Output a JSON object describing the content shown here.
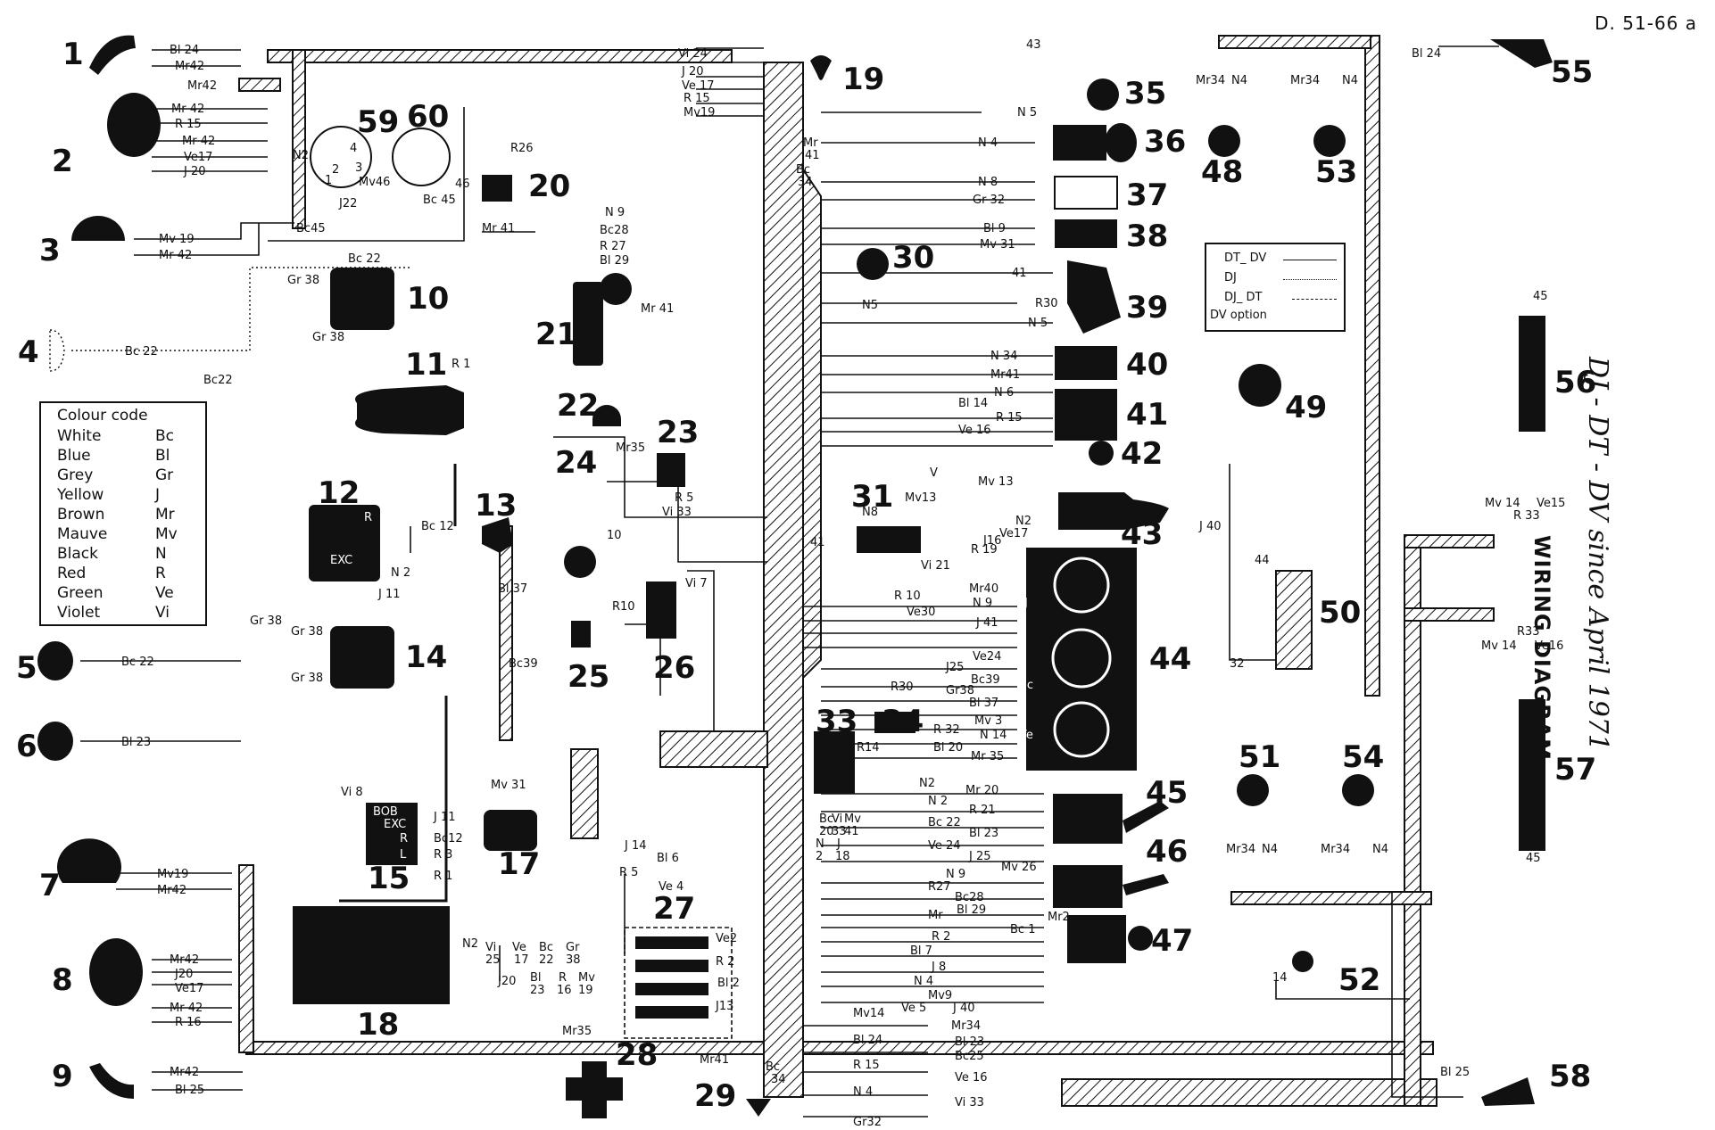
{
  "document_id": "D. 51-66 a",
  "title": "WIRING DIAGRAM",
  "subtitle": "DJ - DT - DV since April 1971",
  "legend": {
    "title": "Colour code",
    "entries": [
      {
        "name": "White",
        "code": "Bc"
      },
      {
        "name": "Blue",
        "code": "Bl"
      },
      {
        "name": "Grey",
        "code": "Gr"
      },
      {
        "name": "Yellow",
        "code": "J"
      },
      {
        "name": "Brown",
        "code": "Mr"
      },
      {
        "name": "Mauve",
        "code": "Mv"
      },
      {
        "name": "Black",
        "code": "N"
      },
      {
        "name": "Red",
        "code": "R"
      },
      {
        "name": "Green",
        "code": "Ve"
      },
      {
        "name": "Violet",
        "code": "Vi"
      }
    ]
  },
  "line_key": {
    "dt_dv": "DT_ DV",
    "dj": "DJ",
    "dj_dt": "DJ_ DT",
    "dv_option": "DV  option"
  },
  "components": {
    "c1": "1",
    "c2": "2",
    "c3": "3",
    "c4": "4",
    "c5": "5",
    "c6": "6",
    "c7": "7",
    "c8": "8",
    "c9": "9",
    "c10": "10",
    "c11": "11",
    "c12": "12",
    "c13": "13",
    "c14": "14",
    "c15": "15",
    "c17": "17",
    "c18": "18",
    "c19": "19",
    "c20": "20",
    "c21": "21",
    "c22": "22",
    "c23": "23",
    "c24": "24",
    "c25": "25",
    "c26": "26",
    "c27": "27",
    "c28": "28",
    "c29": "29",
    "c30": "30",
    "c31": "31",
    "c33": "33",
    "c34": "34",
    "c35": "35",
    "c36": "36",
    "c37": "37",
    "c38": "38",
    "c39": "39",
    "c40": "40",
    "c41": "41",
    "c42": "42",
    "c43": "43",
    "c44": "44",
    "c45": "45",
    "c46": "46",
    "c47": "47",
    "c48": "48",
    "c49": "49",
    "c50": "50",
    "c51": "51",
    "c52": "52",
    "c53": "53",
    "c54": "54",
    "c55": "55",
    "c56": "56",
    "c57": "57",
    "c58": "58",
    "c59": "59",
    "c60": "60"
  },
  "wire_labels": {
    "w1a": "Bl 24",
    "w1b": "Mr42",
    "w1c": "Mr42",
    "w2a": "Mr 42",
    "w2b": "R 15",
    "w2c": "Mr 42",
    "w2d": "Ve17",
    "w2e": "J 20",
    "w3a": "Mv 19",
    "w3b": "Mr 42",
    "w4a": "Bc 22",
    "w4b": "Bc22",
    "w5a": "Bc 22",
    "w6a": "Bl 23",
    "w7a": "Mv19",
    "w7b": "Mr42",
    "w8a": "Mr42",
    "w8b": "J20",
    "w8c": "Ve17",
    "w8d": "Mr 42",
    "w8e": "R 16",
    "w9a": "Mr42",
    "w9b": "Bl 25",
    "w10a": "Gr 38",
    "w10b": "Gr 38",
    "w14a": "Gr 38",
    "w14b": "Gr 38",
    "w14c": "Gr 38",
    "w11a": "R 1",
    "w12a": "Bc 12",
    "w12b": "N 2",
    "w12c": "J 11",
    "w12d": "R",
    "w12e": "EXC",
    "w13a": "Bl 37",
    "w15a": "Vi 8",
    "w15b": "J 11",
    "w15c": "Bc12",
    "w15d": "R 3",
    "w15e": "BOB",
    "w15f": "EXC",
    "w15g": "R",
    "w15h": "L",
    "w17a": "Mv 31",
    "w18a": "R 1",
    "w18b": "N2",
    "w19a": "Mr",
    "w19b": "41",
    "w19c": "Bc",
    "w19d": "34",
    "w20a": "R26",
    "w20b": "Mr 41",
    "w21a": "N 9",
    "w21b": "Bc28",
    "w21c": "R 27",
    "w21d": "Bl 29",
    "w21e": "Mr 41",
    "w22a": "Mr35",
    "w23a": "R 5",
    "w23b": "Vi  33",
    "w26a": "10",
    "w26b": "R10",
    "w26c": "Vi 7",
    "w25a": "Bc39",
    "w27a": "J 14",
    "w27b": "Bl 6",
    "w27c": "R 5",
    "w27d": "Ve 4",
    "w27e": "Ve2",
    "w27f": "R 2",
    "w27g": "Bl 2",
    "w27h": "J13",
    "w28a": "Mr35",
    "w29a": "Mr41",
    "w29b": "Bc",
    "w29c": "34",
    "wtop1": "Vi 24",
    "wtop2": "J 20",
    "wtop3": "Ve 17",
    "wtop4": "R 15",
    "wtop5": "Mv19",
    "w35a": "N 5",
    "w35b": "43",
    "w36a": "N 4",
    "w37a": "N 8",
    "w37b": "Gr 32",
    "w38a": "Bl 9",
    "w38b": "Mv 31",
    "w39a": "41",
    "w39b": "R30",
    "w39c": "N 5",
    "w30a": "N5",
    "w40a": "N 34",
    "w40b": "Mr41",
    "w41a": "N 6",
    "w41b": "Bl 14",
    "w41c": "R 15",
    "w41d": "Ve 16",
    "w31a": "N8",
    "w31b": "41",
    "w31c": "Vi 21",
    "w31d": "V",
    "w31e": "Mv13",
    "w43a": "Mv 13",
    "w43b": "R 19",
    "w43c": "J16",
    "w43d": "Ve17",
    "w43e": "N2",
    "w44a": "Mr40",
    "w44b": "R 10",
    "w44c": "N 9",
    "w44d": "Ve30",
    "w44e": "J 41",
    "w44f": "Ve24",
    "w44g": "J25",
    "w44h": "Bc39",
    "w44i": "Gr38",
    "w44j": "Bl 37",
    "w44k": "Mv 3",
    "w44l": "R 32",
    "w44m": "N 14",
    "w44n": "Bl 20",
    "w44o": "Mr 35",
    "w44p": "J",
    "w44q": "Bc",
    "w44r": "Ve",
    "w34a": "R30",
    "w34b": "R14",
    "w33a": "Bc",
    "w33b": "20",
    "w33c": "Vi",
    "w33d": "33",
    "w33e": "Mv",
    "w33f": "41",
    "w33g": "N",
    "w33h": "2",
    "w33i": "J",
    "w33j": "18",
    "w45a": "N2",
    "w45b": "Mr 20",
    "w45c": "N 2",
    "w45d": "R 21",
    "w45e": "Bc 22",
    "w45f": "Bl 23",
    "w45g": "Ve 24",
    "w45h": "J 25",
    "w46a": "Mv 26",
    "w46b": "N 9",
    "w46c": "R27",
    "w46d": "Bc28",
    "w46e": "Bl 29",
    "w46f": "Mr",
    "w47a": "Mr2",
    "w47b": "Bc 1",
    "w47c": "R 2",
    "w47d": "Bl 7",
    "w47e": "J 8",
    "w47f": "N 4",
    "w47g": "Mv9",
    "w47h": "Ve 5",
    "wb1": "J 40",
    "wb2": "Mv14",
    "wb3": "Mr34",
    "wb4": "Bl 24",
    "wb5": "Bl 23",
    "wb6": "R 15",
    "wb7": "Bc25",
    "wb8": "Ve 16",
    "wb9": "N 4",
    "wb10": "Vi 33",
    "wb11": "Gr32",
    "w18c1": "Vi",
    "w18c2": "25",
    "w18c3": "Ve",
    "w18c4": "17",
    "w18c5": "Bc",
    "w18c6": "22",
    "w18c7": "Gr",
    "w18c8": "38",
    "w18c9": "J20",
    "w18c10": "Bl",
    "w18c11": "23",
    "w18c12": "R",
    "w18c13": "16",
    "w18c14": "Mv",
    "w18c15": "19",
    "w48a": "Mr34",
    "w48b": "N4",
    "w53a": "Mr34",
    "w53b": "N4",
    "w55a": "Bl 24",
    "w49a": "J 40",
    "w50a": "44",
    "w50b": "32",
    "w51a": "Mr34",
    "w51b": "N4",
    "w54a": "Mr34",
    "w54b": "N4",
    "w52a": "14",
    "w56a": "45",
    "w56b": "Mv 14",
    "w56c": "R 33",
    "w56d": "Ve15",
    "w57a": "R33",
    "w57b": "Mv 14",
    "w57c": "Ve16",
    "w57d": "45",
    "w58a": "Bl 25",
    "w59a": "N2",
    "w59b": "2",
    "w59c": "1",
    "w59d": "4",
    "w59e": "3",
    "w59f": "Mv46",
    "w59g": "J22",
    "w59h": "Bc45",
    "w60a": "46",
    "w60b": "Bc 45",
    "w10c": "Bc 22"
  }
}
